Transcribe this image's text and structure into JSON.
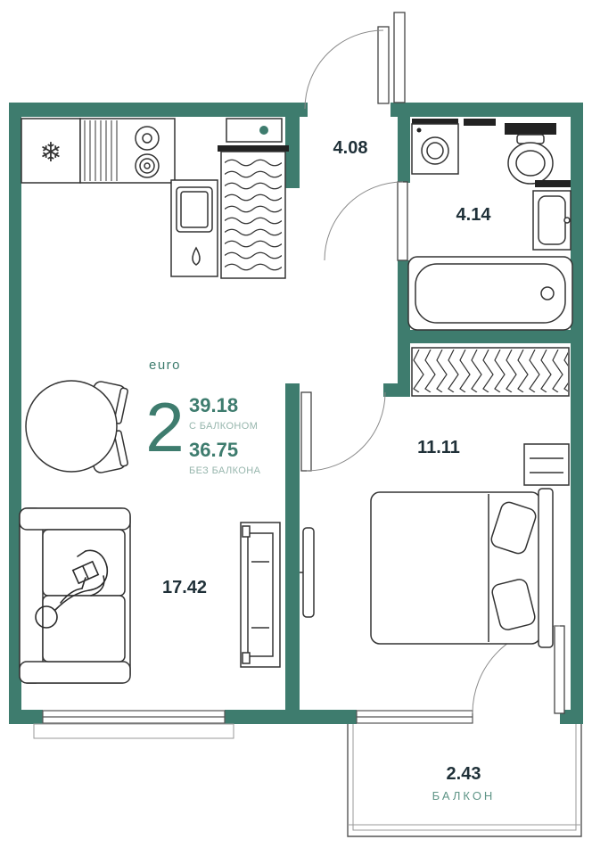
{
  "plan": {
    "unit_type": "euro",
    "rooms_count": "2",
    "area_with_balcony": "39.18",
    "with_balcony_label": "С БАЛКОНОМ",
    "area_without_balcony": "36.75",
    "without_balcony_label": "БЕЗ БАЛКОНА"
  },
  "rooms": {
    "hallway": {
      "area": "4.08"
    },
    "bathroom": {
      "area": "4.14"
    },
    "bedroom": {
      "area": "11.11"
    },
    "living": {
      "area": "17.42"
    },
    "balcony": {
      "area": "2.43",
      "label": "БАЛКОН"
    }
  },
  "icons": {
    "freezer": "❄"
  },
  "colors": {
    "wall": "#3E7C6E",
    "accent": "#3E7C6E",
    "accent_light": "#5E9486",
    "muted": "#97B6AD",
    "label": "#1F3038",
    "line": "#333333"
  }
}
